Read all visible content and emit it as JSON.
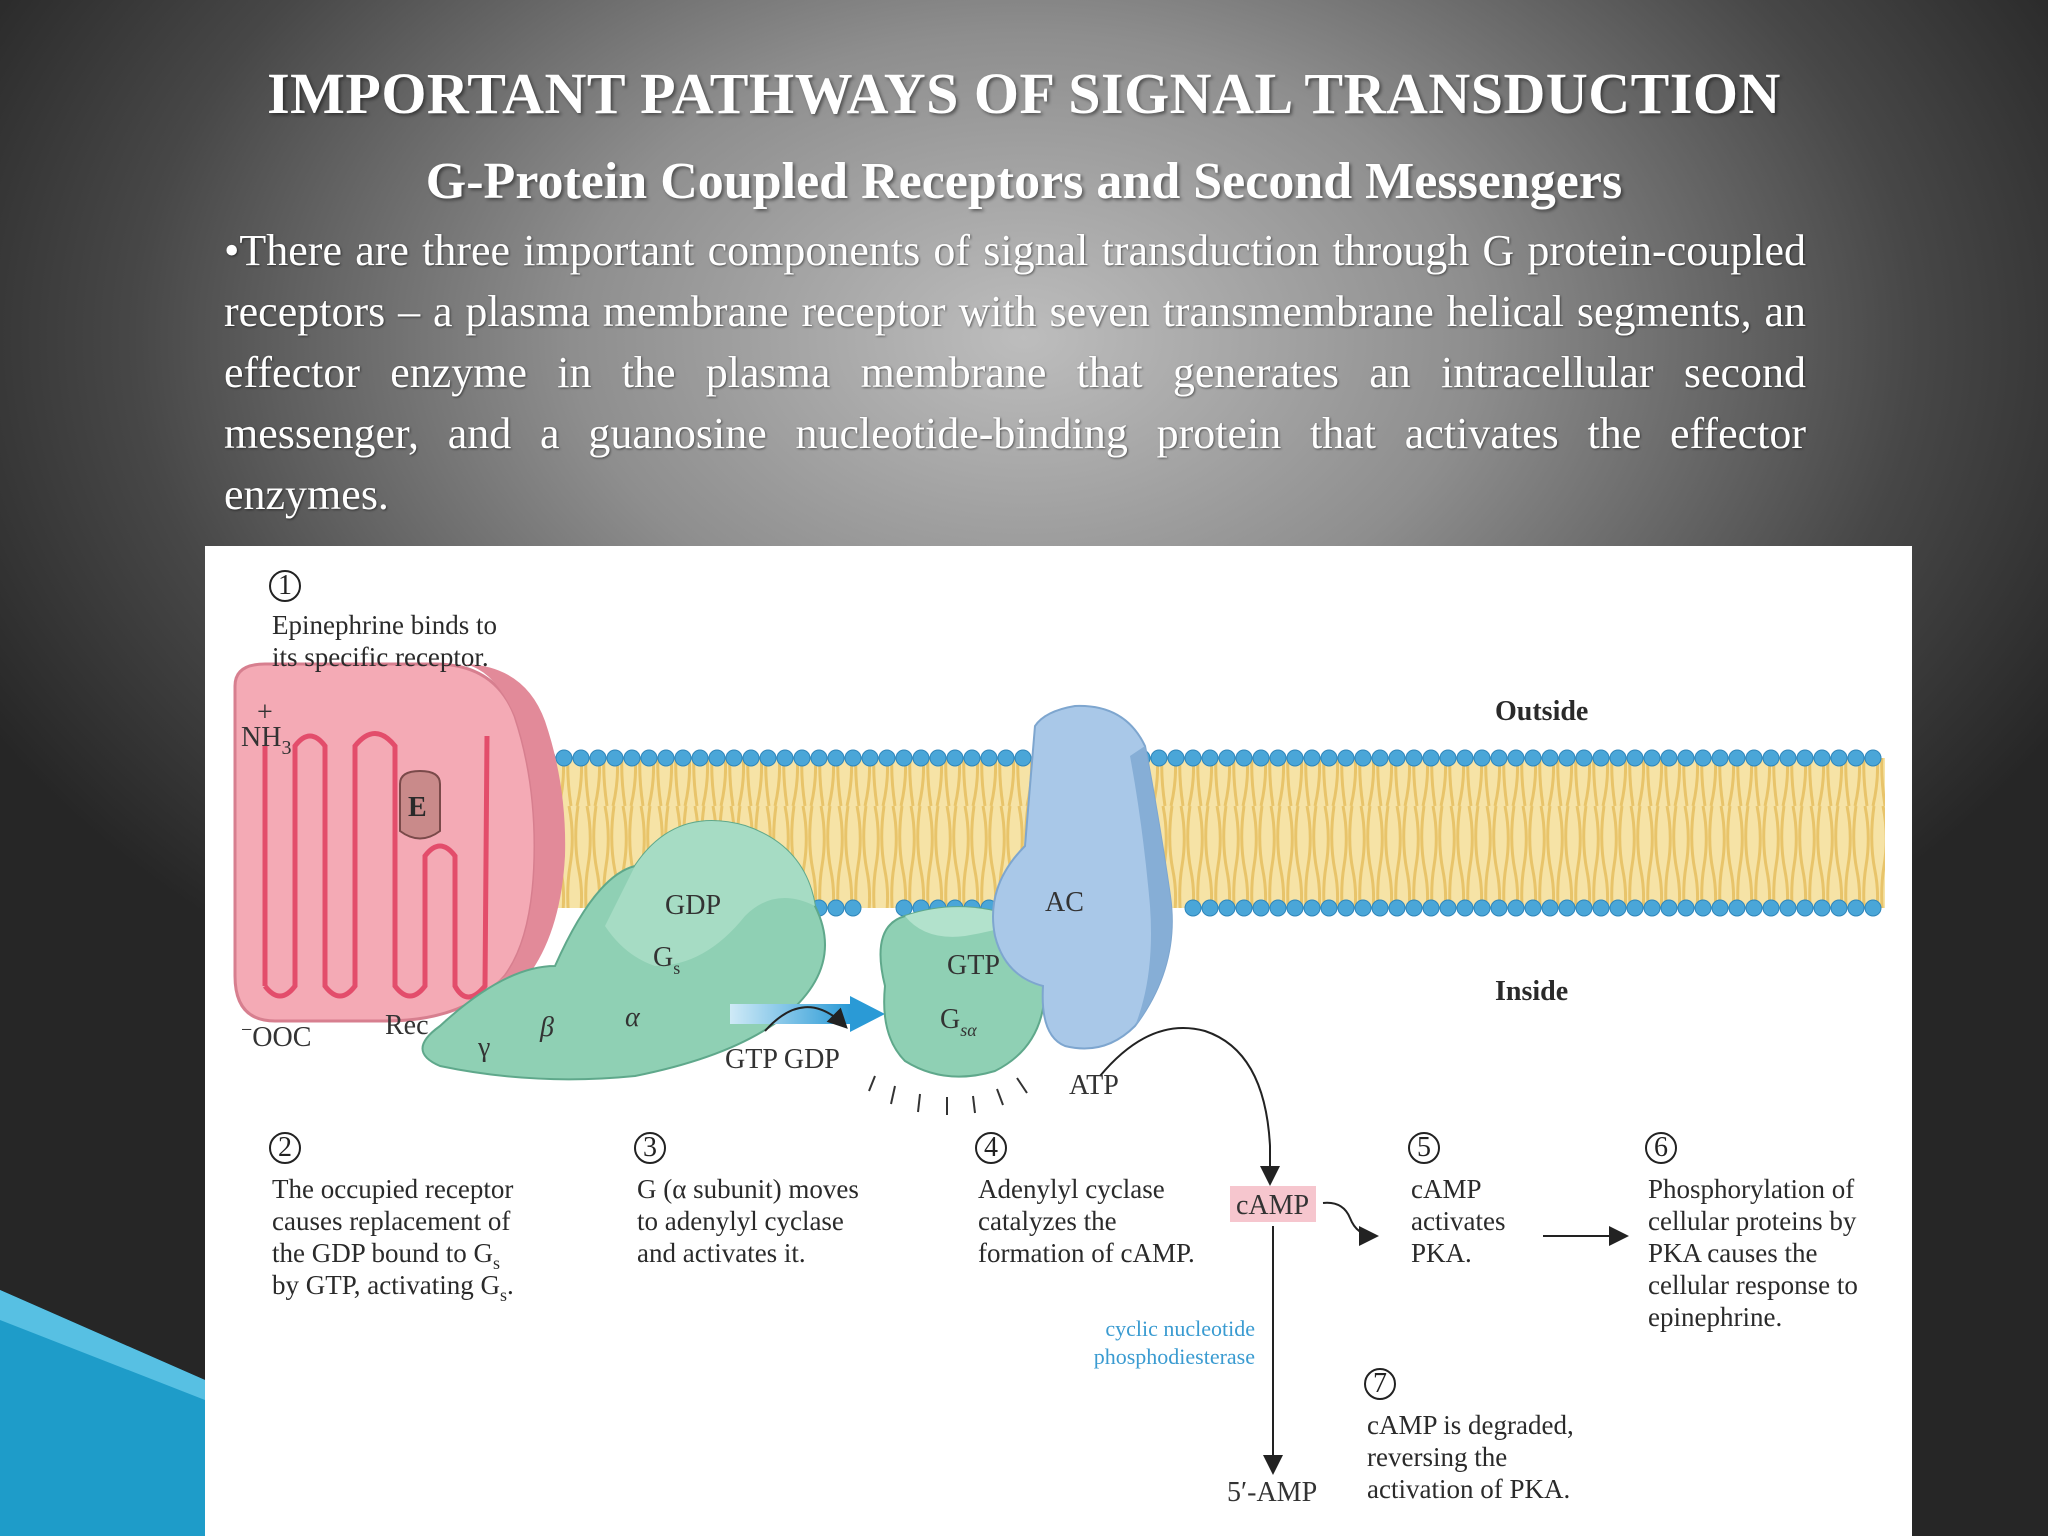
{
  "slide": {
    "title": "IMPORTANT PATHWAYS OF SIGNAL TRANSDUCTION",
    "subtitle": "G-Protein Coupled Receptors and Second Messengers",
    "body": "•There are three important components of signal transduction through G protein-coupled receptors – a plasma membrane receptor with seven transmembrane helical segments, an effector enzyme in the plasma membrane that generates an intracellular second messenger, and a guanosine nucleotide-binding protein that activates the effector enzymes."
  },
  "diagram": {
    "outside_label": "Outside",
    "inside_label": "Inside",
    "nh3_label": "NH",
    "nh3_sub": "3",
    "nh3_charge": "+",
    "ooc_label": "OOC",
    "ooc_charge": "−",
    "epinephrine_label": "E",
    "receptor_label": "Rec",
    "gdp_label": "GDP",
    "gs_label": "G",
    "gs_sub": "s",
    "beta_label": "β",
    "gamma_label": "γ",
    "alpha_label": "α",
    "exchange_label": "GTP GDP",
    "gtp_label": "GTP",
    "gsa_label": "G",
    "gsa_sub": "sα",
    "ac_label": "AC",
    "atp_label": "ATP",
    "camp_label": "cAMP",
    "amp_label": "5′-AMP",
    "enzyme_line1": "cyclic nucleotide",
    "enzyme_line2": "phosphodiesterase",
    "steps": [
      {
        "num": "1",
        "lines": [
          "Epinephrine binds to",
          "its specific receptor."
        ]
      },
      {
        "num": "2",
        "lines": [
          "The occupied receptor",
          "causes replacement of",
          "the GDP bound to G",
          "by GTP, activating G"
        ]
      },
      {
        "num": "3",
        "lines": [
          "G  (α subunit) moves",
          "to adenylyl cyclase",
          "and activates it."
        ]
      },
      {
        "num": "4",
        "lines": [
          "Adenylyl cyclase",
          "catalyzes the",
          "formation of cAMP."
        ]
      },
      {
        "num": "5",
        "lines": [
          "cAMP",
          "activates",
          "PKA."
        ]
      },
      {
        "num": "6",
        "lines": [
          "Phosphorylation of",
          "cellular proteins by",
          "PKA causes the",
          "cellular response to",
          "epinephrine."
        ]
      },
      {
        "num": "7",
        "lines": [
          "cAMP is degraded,",
          "reversing the",
          "activation of PKA."
        ]
      }
    ],
    "colors": {
      "receptor": "#ef9aa8",
      "gprotein": "#8fd0b4",
      "cyclase": "#a9c8e8",
      "lipid_head": "#4aa6d8",
      "lipid_tail": "#f3d98a",
      "enzyme_text": "#3a9bd1",
      "accent_corner": "#1e9cc9"
    }
  }
}
